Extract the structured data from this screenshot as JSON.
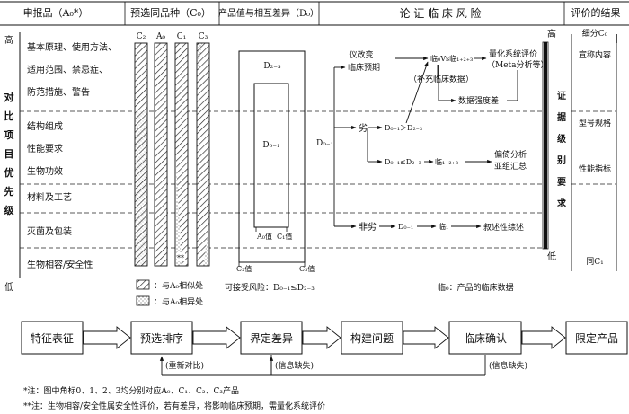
{
  "headers": {
    "col1": "申报品（A₀*）",
    "col2": "预选同品种（C₀）",
    "col3": "产品值与相互差异（D₀）",
    "col4": "论 证 临 床 风 险",
    "col5": "评价的结果"
  },
  "left_axis": {
    "high": "高",
    "low": "低",
    "vertical_label": [
      "对",
      "比",
      "项",
      "目",
      "优",
      "先",
      "级"
    ]
  },
  "items": [
    "基本原理、使用方法、",
    "适用范围、禁忌症、",
    "防范措施、警告",
    "结构组成",
    "性能要求",
    "生物功效",
    "材料及工艺",
    "灭菌及包装",
    "生物相容/安全性"
  ],
  "columns": [
    "C₂",
    "A₀",
    "C₁",
    "C₃"
  ],
  "legend": {
    "similar": "：与A₀相似处",
    "different": "：与A₀相异处"
  },
  "d_labels": {
    "outer": "D₂₋₃",
    "inner": "D₀₋₁",
    "a0": "A₀值",
    "c1": "C₁值",
    "c2": "C₂值",
    "c3": "C₃值",
    "risk": "可接受风险：D₀₋₁≤D₂₋₃"
  },
  "flow": {
    "d01": "D₀₋₁",
    "inferior": "劣",
    "non_inferior": "非劣",
    "predict": [
      "仪改变",
      "临床预期"
    ],
    "compare": "临₀Vs临₁₊₂₊₃",
    "meta": [
      "量化系统评价",
      "（Meta分析等）"
    ],
    "supplement": "（补充临床数据）",
    "strength": "数据强度差",
    "gt": "D₀₋₁＞D₂₋₃",
    "le": "D₀₋₁≤D₂₋₃",
    "c123": "临₁₊₂₊₃",
    "bias": [
      "偏倚分析",
      "亚组汇总"
    ],
    "d01b": "D₀₋₁",
    "c1": "临₁",
    "narrative": "叙述性综述",
    "footnote": "临₀：产品的临床数据"
  },
  "evidence_axis": {
    "high": "高",
    "low": "低",
    "label": [
      "证",
      "据",
      "级",
      "别",
      "要",
      "求"
    ]
  },
  "results": {
    "top": "细分C₀",
    "items": [
      "宣称内容",
      "型号规格",
      "性能指标"
    ],
    "bottom": "同C₁"
  },
  "process": {
    "steps": [
      "特征表征",
      "预选排序",
      "界定差异",
      "构建问题",
      "临床确认",
      "限定产品"
    ],
    "feedback": [
      "(重新对比)",
      "(信息缺失)",
      "(信息缺失)"
    ]
  },
  "notes": [
    "*注：图中角标0、1、2、3均分别对应A₀、C₁、C₂、C₃产品",
    "**注：生物相容/安全性属安全性评价，若有差异，将影响临床预期，需量化系统评价"
  ]
}
